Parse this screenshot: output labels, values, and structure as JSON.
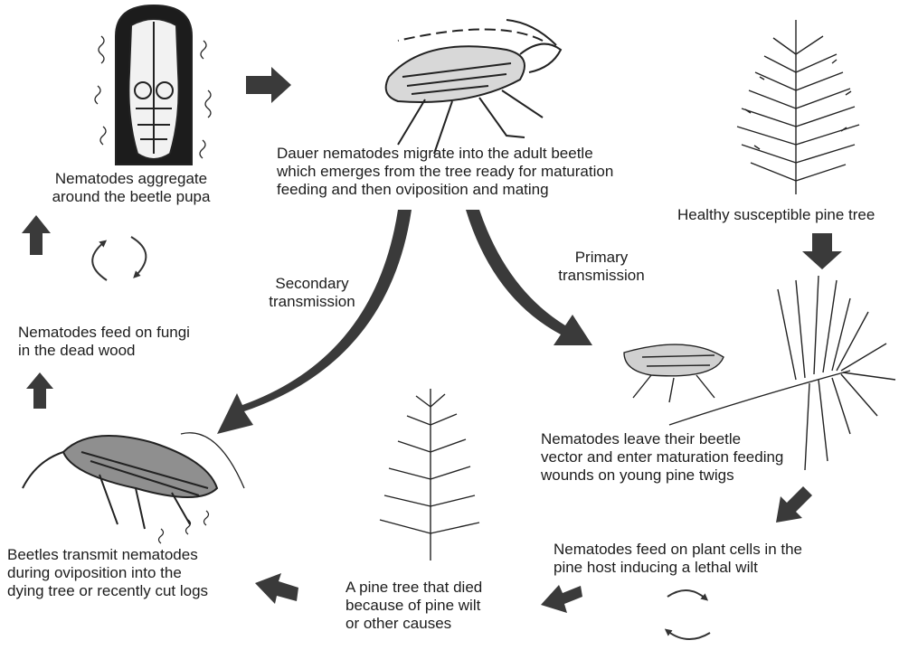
{
  "labels": {
    "beetle_pupa": [
      "Nematodes aggregate",
      "around the beetle pupa"
    ],
    "adult_beetle": [
      "Dauer nematodes migrate into the adult beetle",
      "which emerges from the tree ready for maturation",
      "feeding and then oviposition and mating"
    ],
    "healthy_tree": [
      "Healthy susceptible pine tree"
    ],
    "secondary": [
      "Secondary",
      "transmission"
    ],
    "primary": [
      "Primary",
      "transmission"
    ],
    "fungi": [
      "Nematodes feed on fungi",
      "in the dead wood"
    ],
    "leave_vector": [
      "Nematodes leave their beetle",
      "vector and enter maturation feeding",
      "wounds on young pine twigs"
    ],
    "plant_cells": [
      "Nematodes feed on plant cells in the",
      "pine host inducing a lethal wilt"
    ],
    "dead_tree": [
      "A pine tree that died",
      "because of pine wilt",
      "or other causes"
    ],
    "oviposition": [
      "Beetles transmit nematodes",
      "during oviposition into the",
      "dying tree or recently cut logs"
    ]
  },
  "colors": {
    "arrow": "#3a3a3a",
    "line": "#222222"
  }
}
